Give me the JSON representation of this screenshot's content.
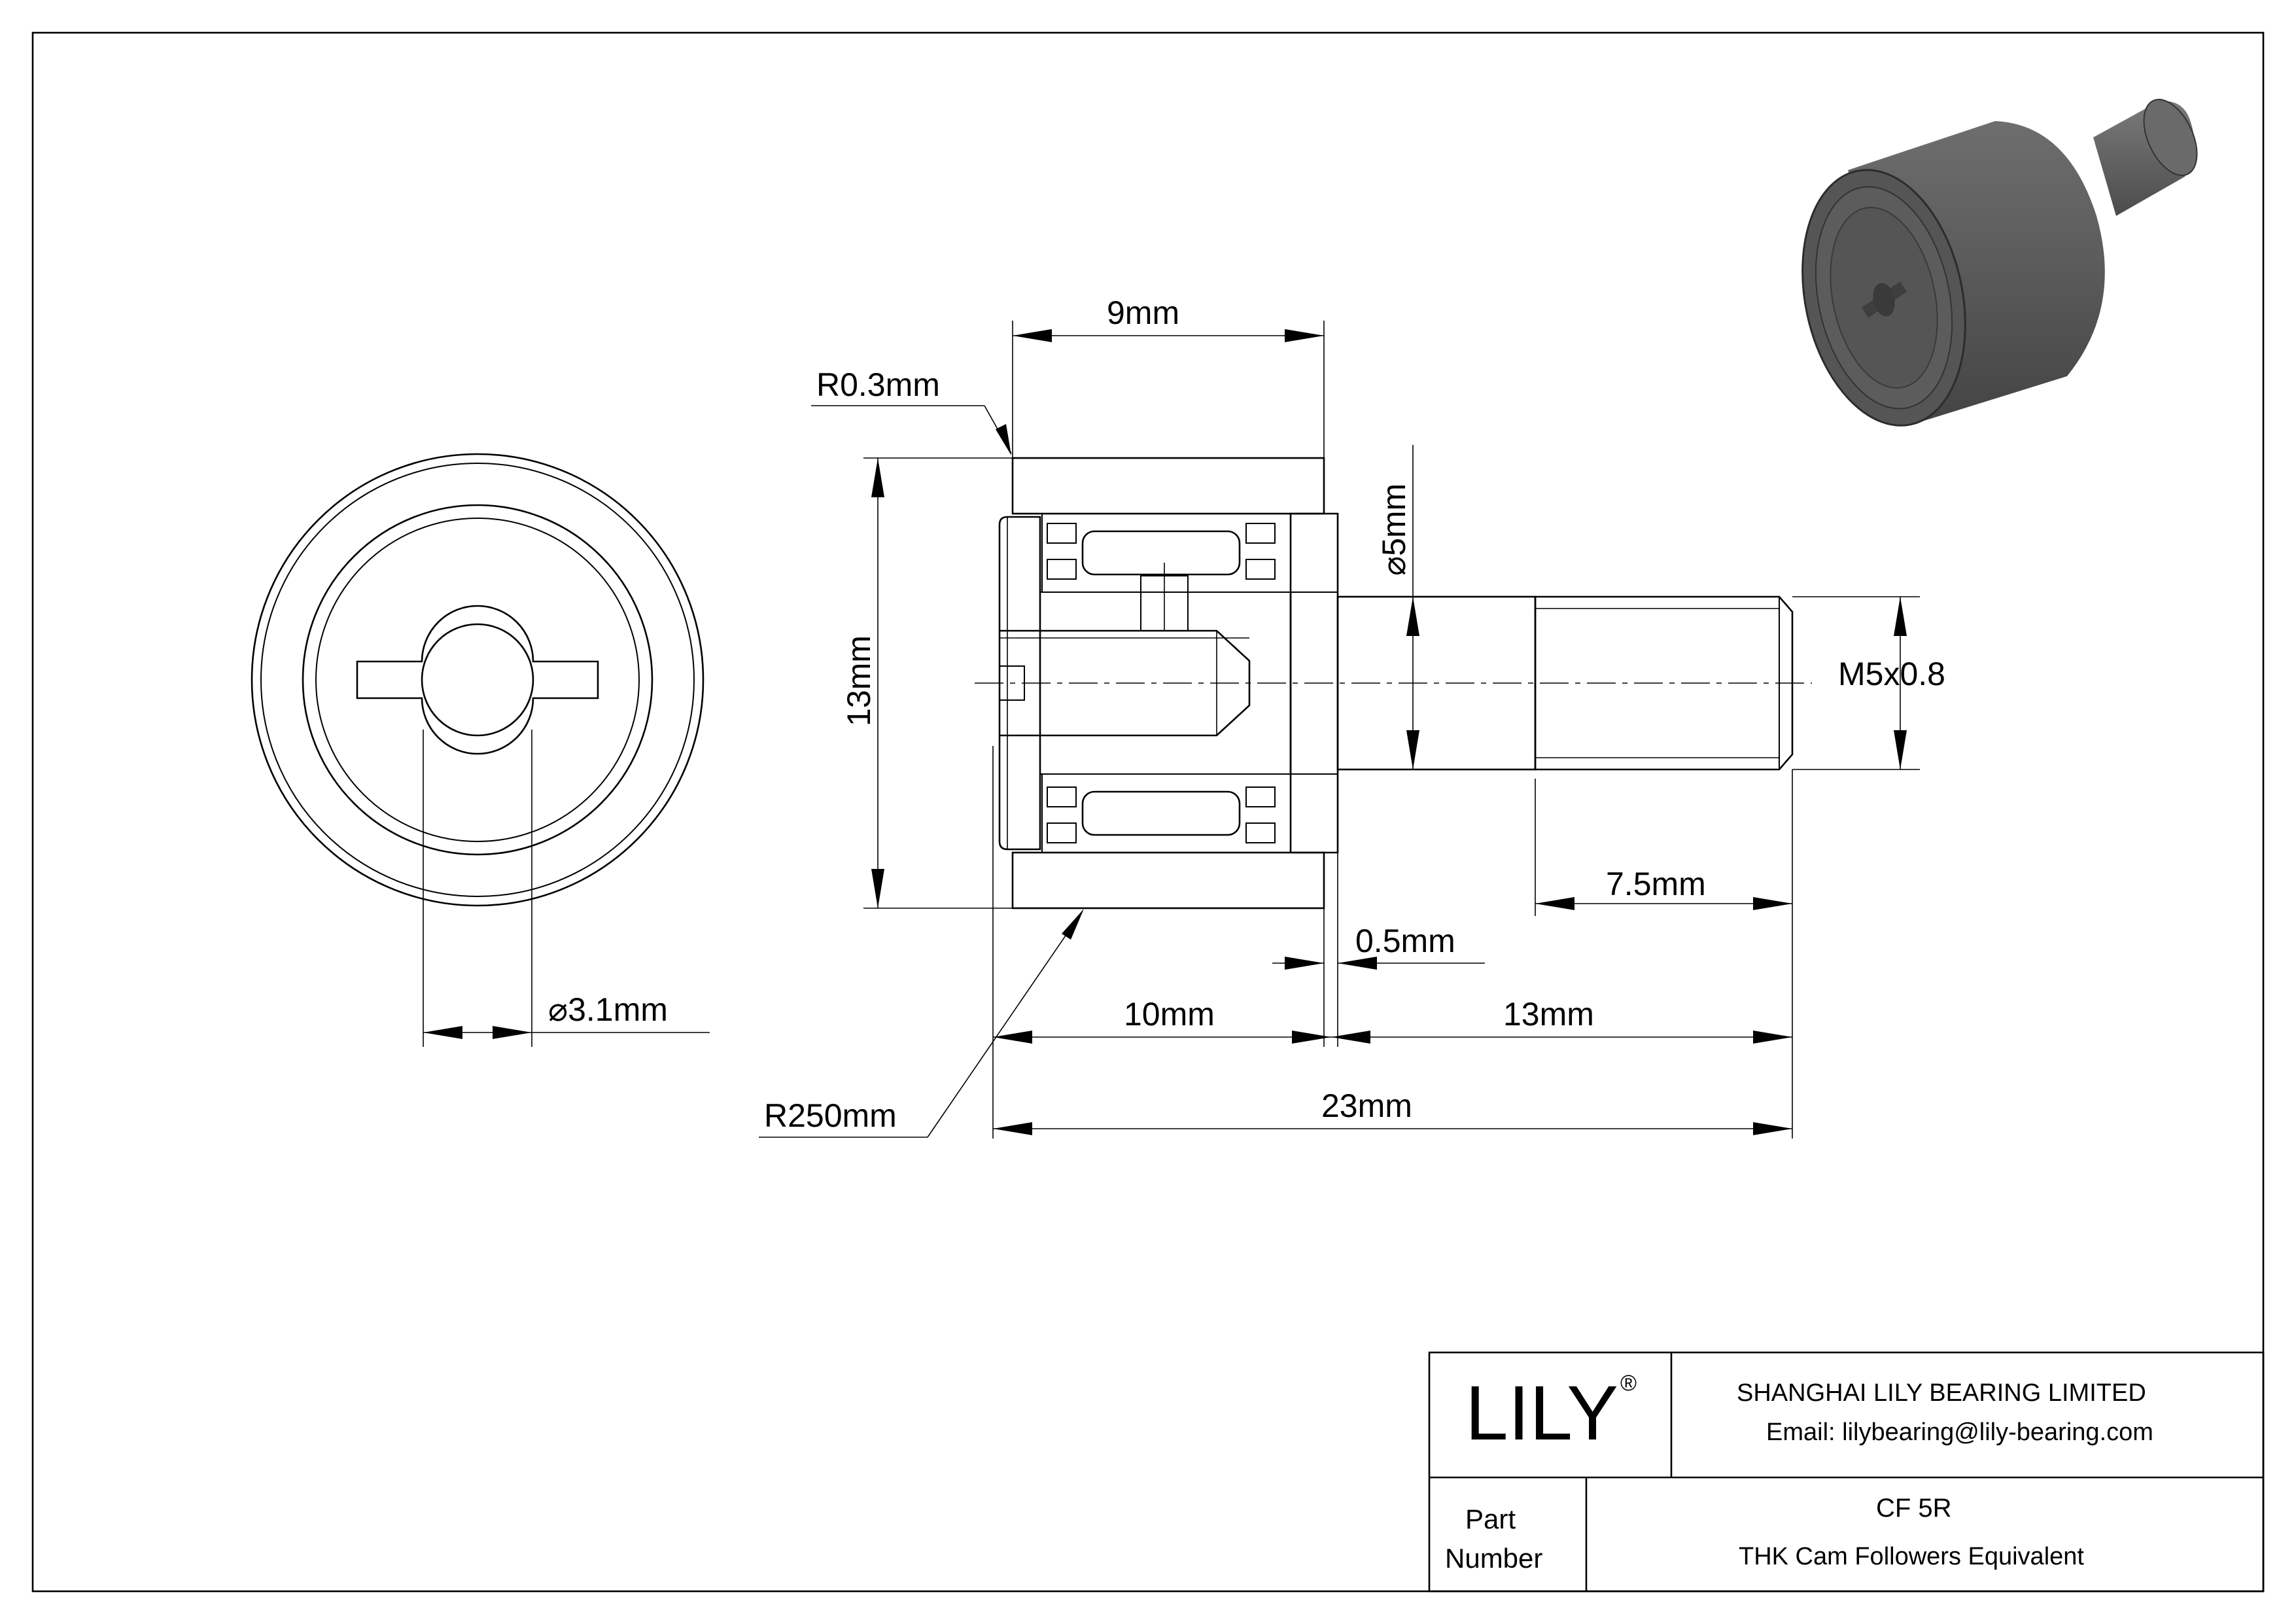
{
  "dimensions": {
    "width_9": "9mm",
    "radius_corner": "R0.3mm",
    "height_13": "13mm",
    "dia_5": "⌀5mm",
    "thread": "M5x0.8",
    "thread_len": "7.5mm",
    "gap": "0.5mm",
    "len_10": "10mm",
    "len_13": "13mm",
    "total_23": "23mm",
    "radius_crown": "R250mm",
    "dia_hole": "⌀3.1mm"
  },
  "title_block": {
    "logo": "LILY",
    "logo_mark": "®",
    "company": "SHANGHAI LILY BEARING LIMITED",
    "email": "Email: lilybearing@lily-bearing.com",
    "part_label_1": "Part",
    "part_label_2": "Number",
    "part_number": "CF 5R",
    "description": "THK Cam Followers Equivalent"
  },
  "colors": {
    "line": "#000000",
    "render_dark": "#4a4a4a",
    "render_mid": "#5e5e5e",
    "render_light": "#767676"
  }
}
